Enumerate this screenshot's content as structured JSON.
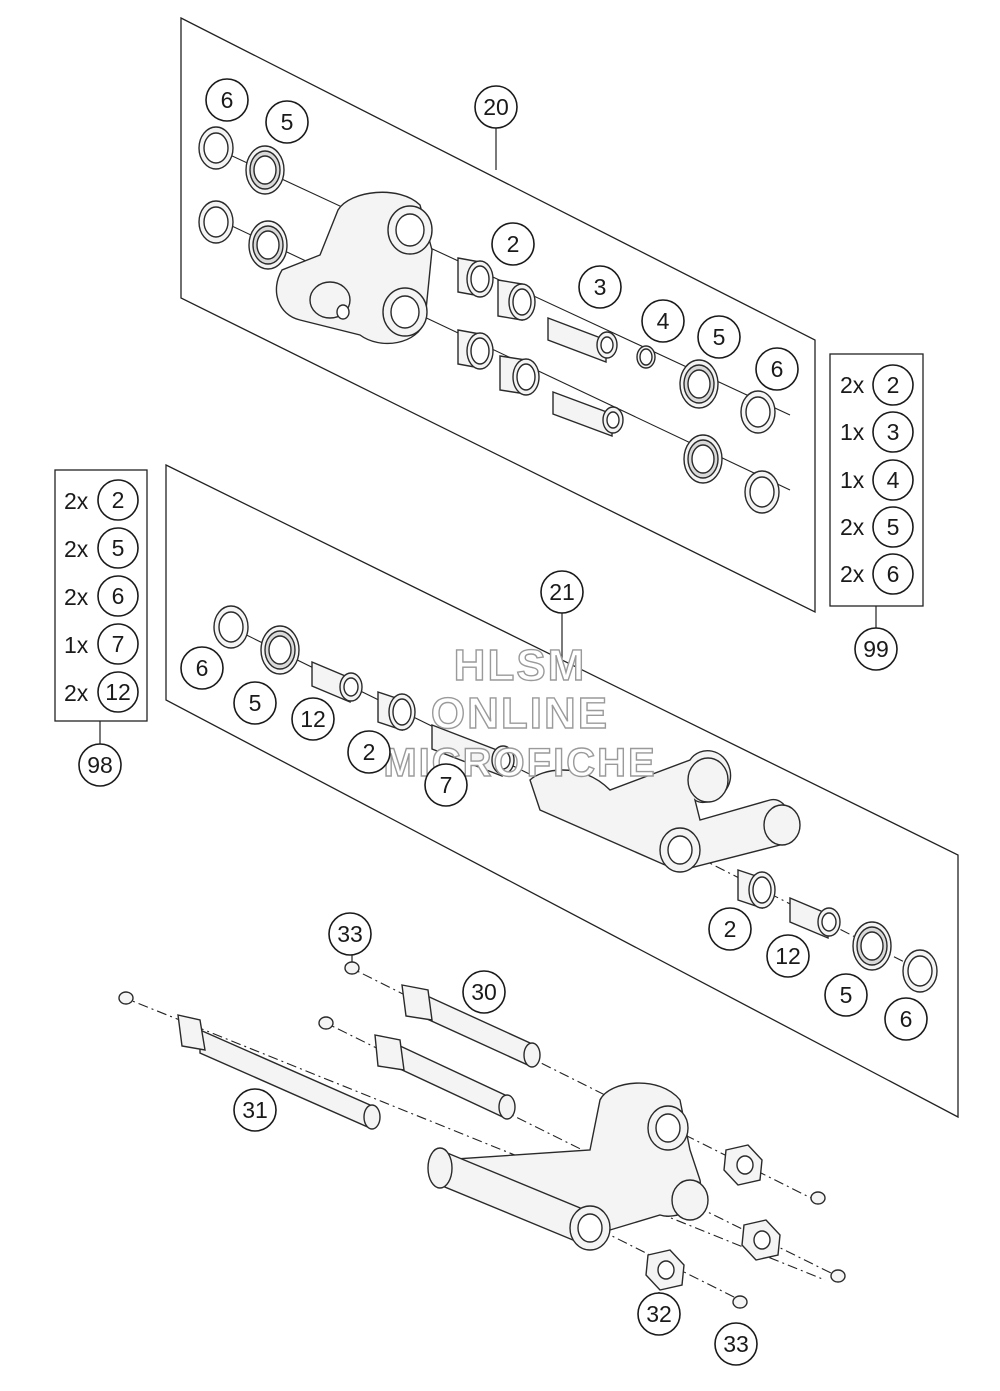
{
  "watermark": {
    "line1": "HLSM",
    "line2": "ONLINE",
    "line3": "MICROFICHE"
  },
  "callouts": {
    "c20": "20",
    "c21": "21",
    "c99": "99",
    "c98": "98",
    "top_6a": "6",
    "top_5a": "5",
    "top_2": "2",
    "top_3": "3",
    "top_4": "4",
    "top_5b": "5",
    "top_6b": "6",
    "mid_6": "6",
    "mid_5": "5",
    "mid_12": "12",
    "mid_2": "2",
    "mid_7": "7",
    "low_2": "2",
    "low_12": "12",
    "low_5": "5",
    "low_6": "6",
    "c30": "30",
    "c31": "31",
    "c32": "32",
    "c33a": "33",
    "c33b": "33"
  },
  "kit_99": [
    {
      "qty": "2x",
      "part": "2"
    },
    {
      "qty": "1x",
      "part": "3"
    },
    {
      "qty": "1x",
      "part": "4"
    },
    {
      "qty": "2x",
      "part": "5"
    },
    {
      "qty": "2x",
      "part": "6"
    }
  ],
  "kit_98": [
    {
      "qty": "2x",
      "part": "2"
    },
    {
      "qty": "2x",
      "part": "5"
    },
    {
      "qty": "2x",
      "part": "6"
    },
    {
      "qty": "1x",
      "part": "7"
    },
    {
      "qty": "2x",
      "part": "12"
    }
  ]
}
